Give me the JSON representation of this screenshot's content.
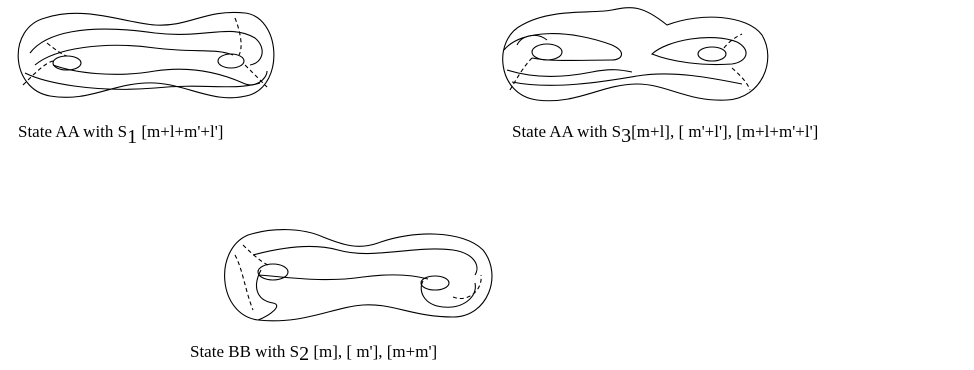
{
  "figures": [
    {
      "id": "aa-s1",
      "caption": {
        "prefix": "State AA with S",
        "subscript": "1",
        "suffix": "[m+l+m'+l']"
      }
    },
    {
      "id": "aa-s3",
      "caption": {
        "prefix": "State AA with S",
        "subscript": "3",
        "suffix": "[m+l], [ m'+l'], [m+l+m'+l']"
      }
    },
    {
      "id": "bb-s2",
      "caption": {
        "prefix": "State BB with S",
        "subscript": "2",
        "suffix": "[m], [ m'], [m+m']"
      }
    }
  ]
}
